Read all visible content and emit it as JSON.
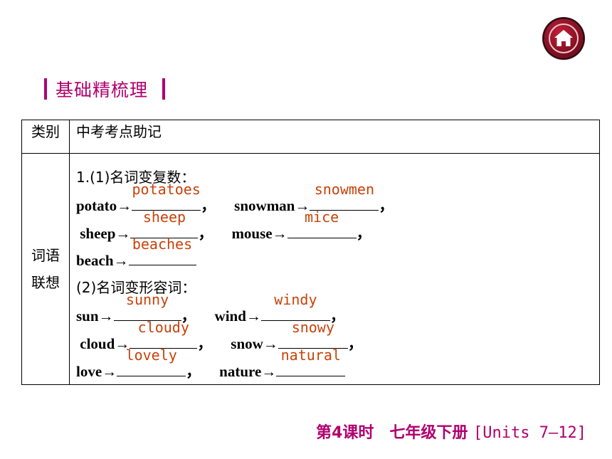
{
  "header": {
    "section_title": "基础精梳理"
  },
  "table": {
    "headers": [
      "类别",
      "中考考点助记"
    ],
    "category": [
      "词语",
      "联想"
    ],
    "heading1": "1.(1)名词变复数：",
    "heading2": "(2)名词变形容词：",
    "items": [
      {
        "word": "potato→",
        "answer": "potatoes",
        "sep": "，"
      },
      {
        "word": "snowman→",
        "answer": "snowmen",
        "sep": "，"
      },
      {
        "word": "sheep→",
        "answer": "sheep",
        "sep": "，"
      },
      {
        "word": "mouse→",
        "answer": "mice",
        "sep": "，"
      },
      {
        "word": "beach→",
        "answer": "beaches",
        "sep": ""
      },
      {
        "word": "sun→",
        "answer": "sunny",
        "sep": "，"
      },
      {
        "word": "wind→",
        "answer": "windy",
        "sep": "，"
      },
      {
        "word": "cloud→",
        "answer": "cloudy",
        "sep": "，"
      },
      {
        "word": "snow→",
        "answer": "snowy",
        "sep": "，"
      },
      {
        "word": "love→",
        "answer": "lovely",
        "sep": "，"
      },
      {
        "word": "nature→",
        "answer": "natural",
        "sep": ""
      }
    ]
  },
  "footer": {
    "lesson": "第4课时　七年级下册",
    "units": "[Units 7—12]"
  },
  "icons": {
    "home": "home-icon"
  },
  "colors": {
    "accent": "#b0006e",
    "answer": "#c8420a",
    "home_button": "#8a0f22"
  }
}
